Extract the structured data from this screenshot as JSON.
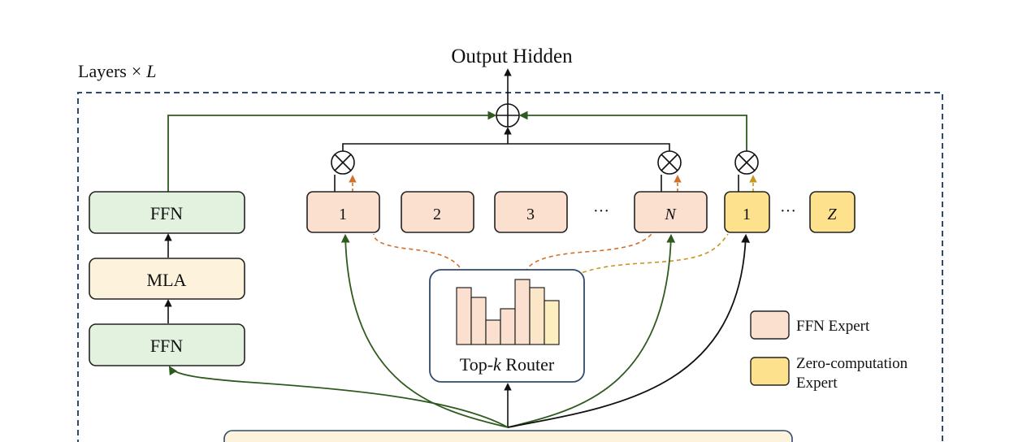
{
  "title": "Output Hidden",
  "layers_label": {
    "prefix": "Layers",
    "times": "×",
    "var": "L"
  },
  "left_column": {
    "top_box": "FFN",
    "middle_box": "MLA",
    "bottom_box": "FFN"
  },
  "ffn_experts": [
    "1",
    "2",
    "3",
    "N"
  ],
  "zero_experts": [
    "1",
    "Z"
  ],
  "ellipsis": "···",
  "router": {
    "prefix": "Top-",
    "var": "k",
    "suffix": " Router"
  },
  "legend": {
    "ffn_expert": "FFN Expert",
    "zero_expert_line1": "Zero-computation",
    "zero_expert_line2": "Expert"
  },
  "colors": {
    "green_box": "#e3f1df",
    "cream_box": "#fdf3dd",
    "ffn_expert": "#fbe0cf",
    "zero_expert": "#fde18c",
    "router_bar_light": "#fbe6c8",
    "dark_green_line": "#2f5a1e",
    "dashed_border": "#2f4a6b",
    "orange_dashed": "#d0702a",
    "gold_dashed": "#c8961e"
  }
}
